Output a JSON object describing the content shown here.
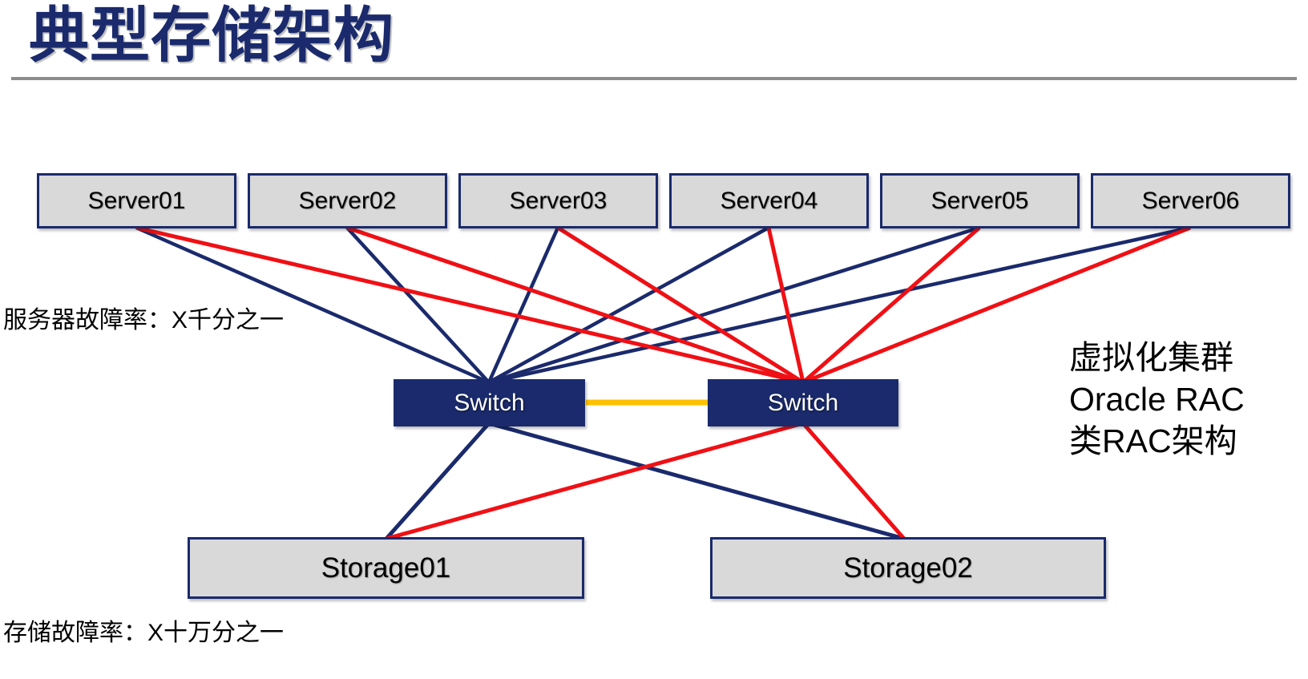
{
  "slide": {
    "title": "典型存储架构",
    "server_failure_label": "服务器故障率：X千分之一",
    "storage_failure_label": "存储故障率：X十万分之一",
    "note_lines": [
      "虚拟化集群",
      "Oracle RAC",
      "类RAC架构"
    ]
  },
  "nodes": {
    "servers": [
      "Server01",
      "Server02",
      "Server03",
      "Server04",
      "Server05",
      "Server06"
    ],
    "switches": [
      "Switch",
      "Switch"
    ],
    "storages": [
      "Storage01",
      "Storage02"
    ]
  },
  "colors": {
    "navy": "#1a2a6c",
    "red": "#ef1015",
    "yellow": "#ffc000",
    "box_fill": "#d9d9d9",
    "divider_gray": "#8c8c8c",
    "text_black": "#000000"
  }
}
